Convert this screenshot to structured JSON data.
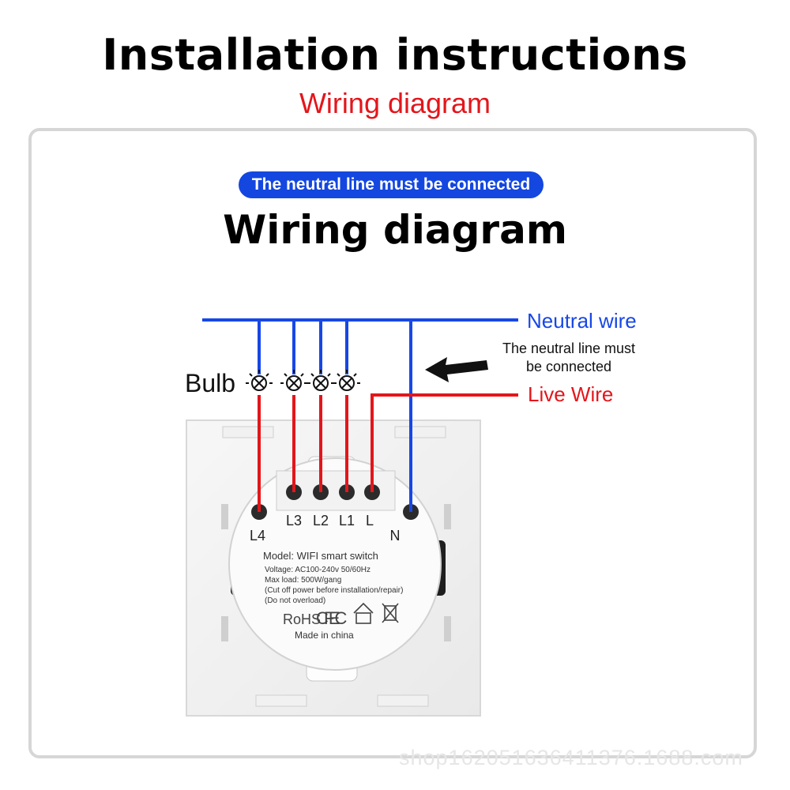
{
  "header": {
    "title": "Installation instructions",
    "subtitle": "Wiring diagram"
  },
  "diagram": {
    "badge": "The neutral line must be connected",
    "heading": "Wiring diagram",
    "neutral_wire_label": "Neutral wire",
    "note_line1": "The neutral line must",
    "note_line2": "be connected",
    "live_wire_label": "Live Wire",
    "bulb_label": "Bulb",
    "terminals": [
      "L4",
      "L3",
      "L2",
      "L1",
      "L",
      "N"
    ],
    "device": {
      "model": "Model: WIFI smart switch",
      "voltage": "Voltage: AC100-240v 50/60Hz",
      "max_load": "Max load: 500W/gang",
      "caution": "(Cut off power before installation/repair)",
      "overload": "(Do not overload)",
      "rohs": "RoHS",
      "ce": "CE",
      "fc": "FC",
      "made_in": "Made in china"
    },
    "colors": {
      "neutral": "#1747e6",
      "live": "#e3161b",
      "badge": "#1447e0"
    }
  },
  "watermark": "shop162051636411376.1688.com"
}
